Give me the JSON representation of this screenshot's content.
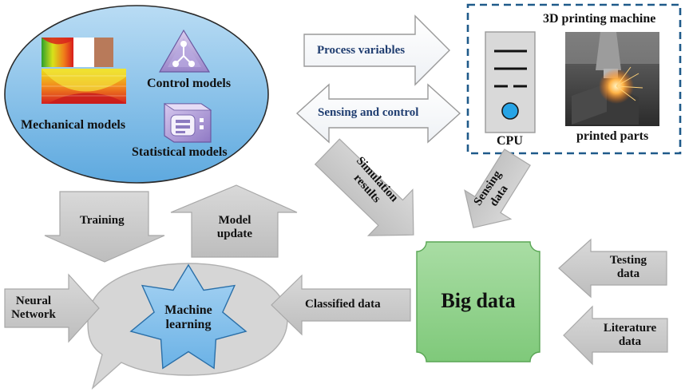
{
  "models": {
    "mechanical": "Mechanical models",
    "control": "Control models",
    "statistical": "Statistical models"
  },
  "machine": {
    "title": "3D printing machine",
    "cpu": "CPU",
    "parts": "printed parts"
  },
  "arrows": {
    "process_variables": "Process variables",
    "sensing_control": "Sensing and  control",
    "simulation_results": [
      "Simulation",
      "results"
    ],
    "sensing_data": [
      "Sensing",
      "data"
    ],
    "training": "Training",
    "model_update": [
      "Model",
      "update"
    ],
    "neural_network": [
      "Neural",
      "Network"
    ],
    "classified_data": "Classified data",
    "testing_data": [
      "Testing",
      "data"
    ],
    "literature_data": [
      "Literature",
      "data"
    ]
  },
  "hubs": {
    "big_data": "Big data",
    "machine_learning": [
      "Machine",
      "learning"
    ]
  },
  "colors": {
    "ellipse_fill": "#7fbfe8",
    "arrow_fill": "#c8c8c8",
    "arrow_stroke": "#a8a8a8",
    "big_data_fill": "#93d48f",
    "star_fill": "#8fc6ee",
    "bubble_fill": "#d6d6d6",
    "frame_dash": "#1f5a8a",
    "text_navy": "#1f3d70"
  }
}
